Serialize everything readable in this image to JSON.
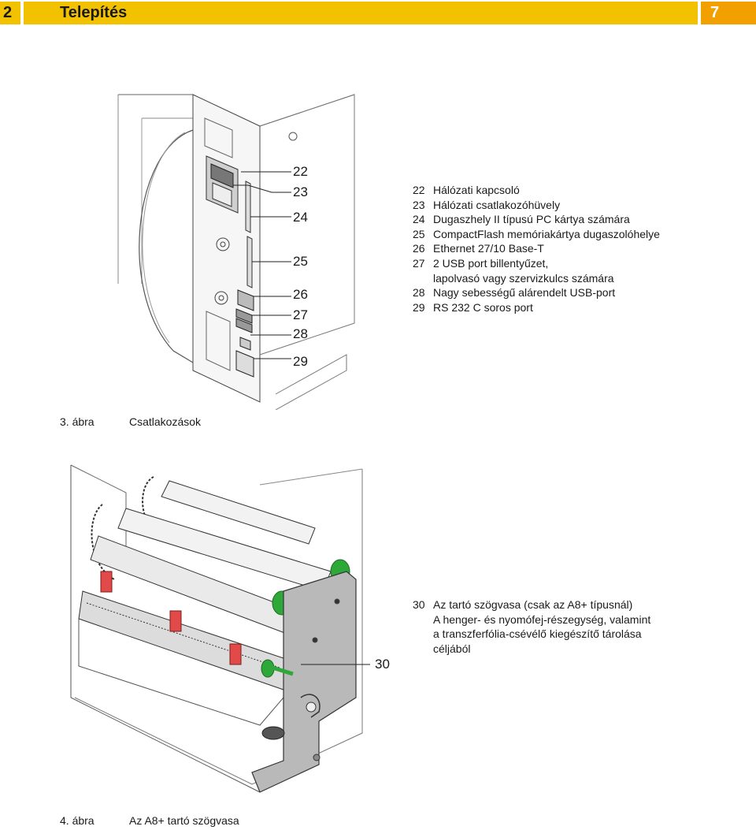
{
  "header": {
    "chapter_number": "2",
    "chapter_title": "Telepítés",
    "page_number": "7"
  },
  "figure3": {
    "callouts": [
      "22",
      "23",
      "24",
      "25",
      "26",
      "27",
      "28",
      "29"
    ],
    "legend": [
      {
        "num": "22",
        "text": "Hálózati kapcsoló"
      },
      {
        "num": "23",
        "text": "Hálózati csatlakozóhüvely"
      },
      {
        "num": "24",
        "text": "Dugaszhely II típusú PC kártya számára"
      },
      {
        "num": "25",
        "text": "CompactFlash memóriakártya dugaszolóhelye"
      },
      {
        "num": "26",
        "text": "Ethernet 27/10 Base-T"
      },
      {
        "num": "27",
        "text": "2 USB port billentyűzet,",
        "continuation": "lapolvasó vagy szervizkulcs számára"
      },
      {
        "num": "28",
        "text": "Nagy sebességű alárendelt USB-port"
      },
      {
        "num": "29",
        "text": "RS 232 C soros port"
      }
    ],
    "caption_label": "3. ábra",
    "caption_text": "Csatlakozások"
  },
  "figure4": {
    "callout": "30",
    "legend_num": "30",
    "legend_lines": [
      "Az tartó szögvasa (csak az A8+ típusnál)",
      "A henger- és nyomófej-részegység, valamint",
      "a transzferfólia-csévélő kiegészítő tárolása",
      "céljából"
    ],
    "caption_label": "4. ábra",
    "caption_text": "Az A8+ tartó szögvasa"
  },
  "colors": {
    "header_bar": "#f2c200",
    "page_box": "#f2a000",
    "panel_gray": "#b9b9b9",
    "knob_green": "#2fa83a",
    "clamp_red": "#e24a4a"
  }
}
